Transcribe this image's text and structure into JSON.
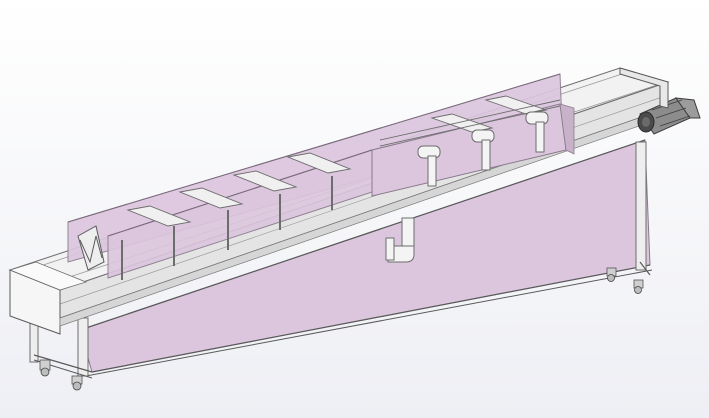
{
  "viewport": {
    "background_top": "#ffffff",
    "background_bottom": "#eeeff4"
  },
  "colors": {
    "panel_fill": "#dcc6de",
    "panel_edge": "#8a7a8c",
    "steel_fill": "#eeeeee",
    "steel_edge": "#7d7d7d",
    "motor_fill": "#8c8c8c",
    "motor_dark": "#4a4a4a",
    "line": "#5a5a5a"
  },
  "model": {
    "name": "inclined-belt-conveyor",
    "components": [
      "conveyor-frame",
      "belt",
      "side-guard-panels",
      "divider-rails",
      "spray-pipes",
      "drain-pipe",
      "drive-motor",
      "support-legs",
      "caster-wheels"
    ]
  }
}
